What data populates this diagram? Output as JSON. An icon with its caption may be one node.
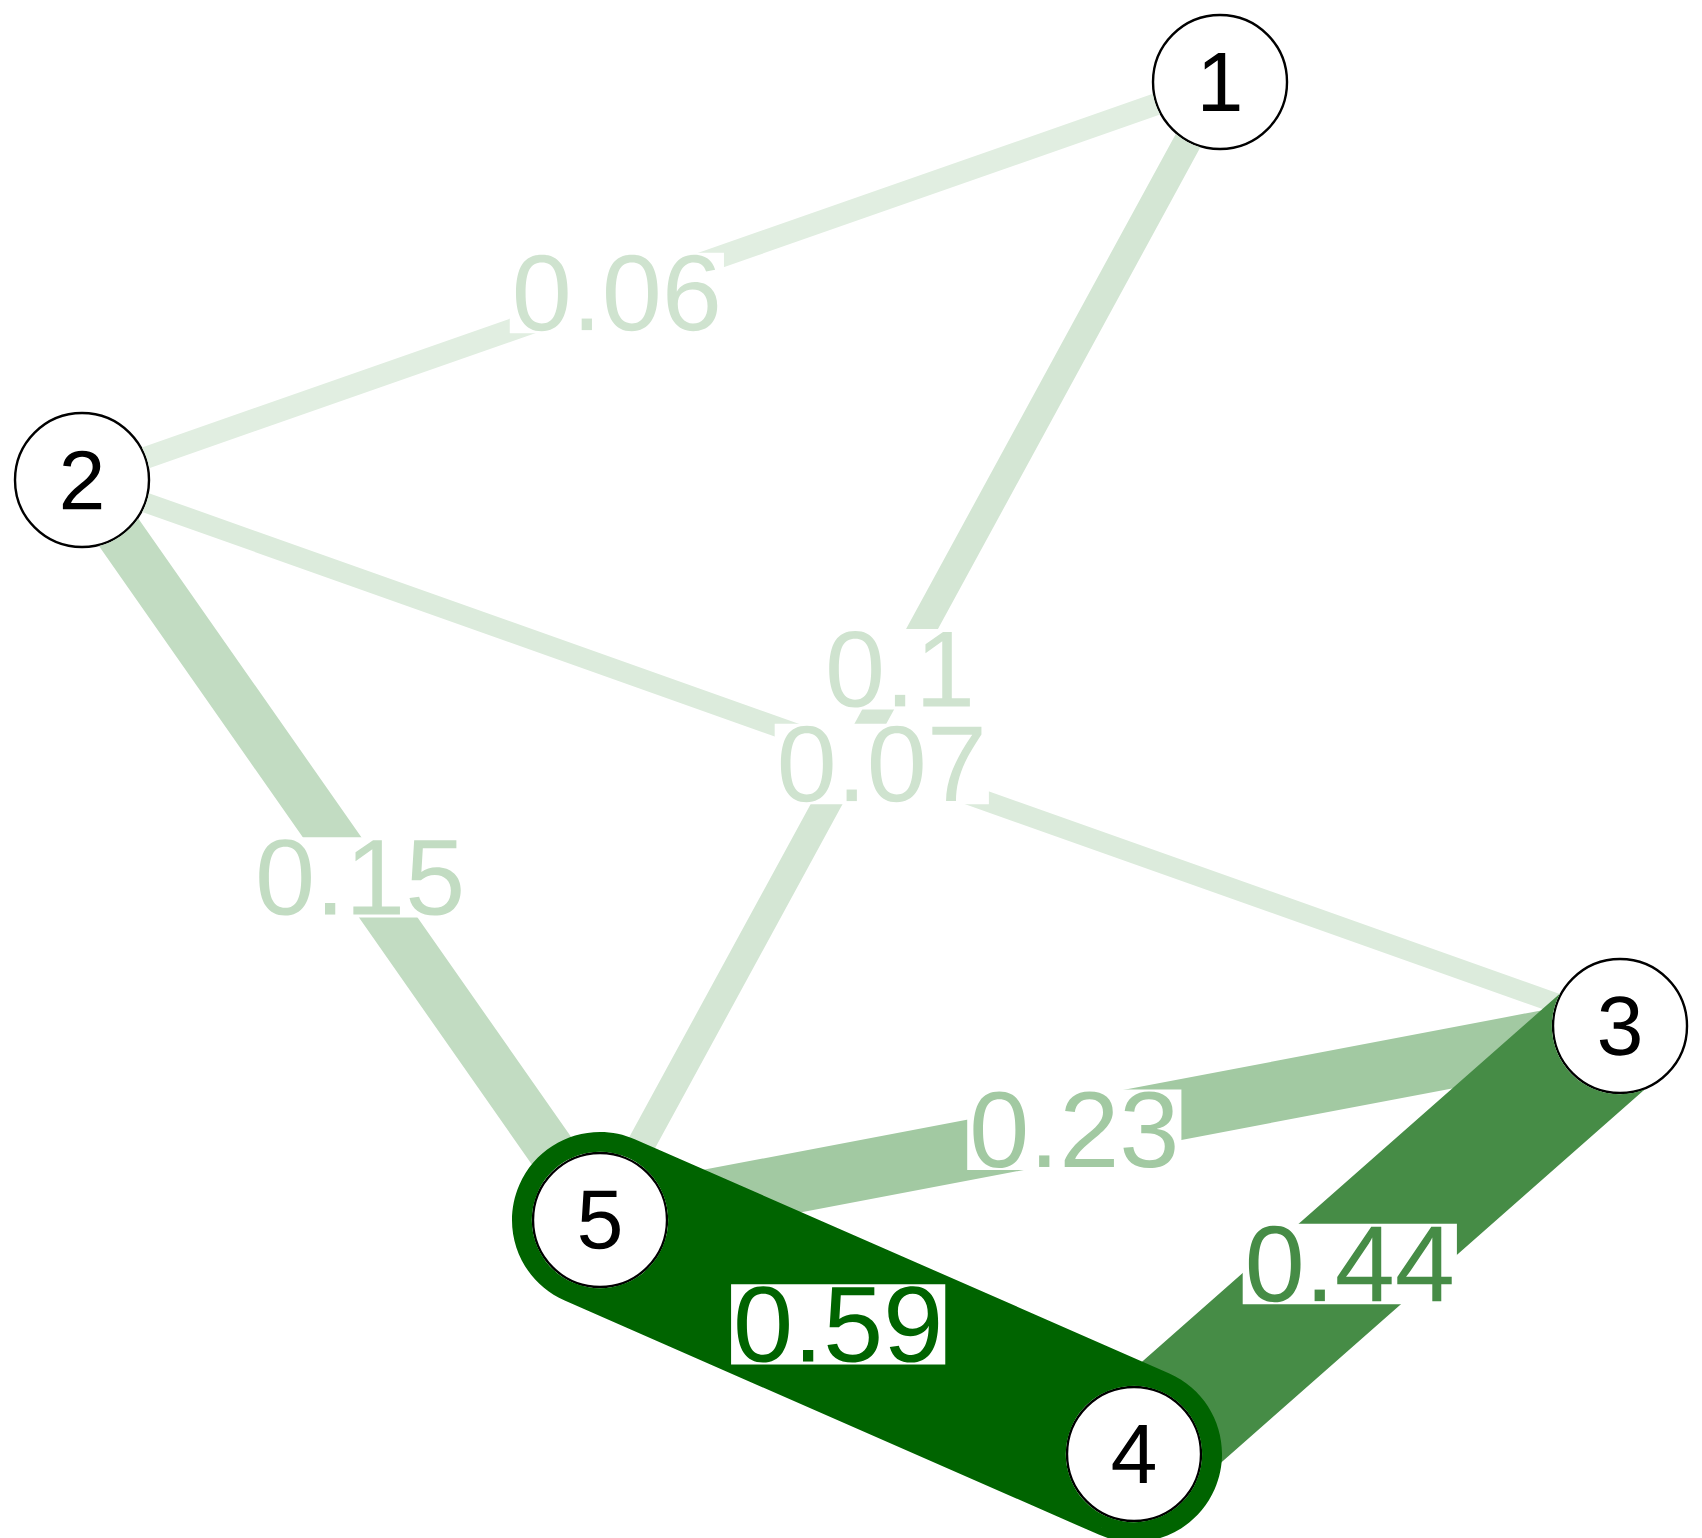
{
  "diagram": {
    "nodes": [
      {
        "text": [
          "1"
        ]
      },
      {
        "text": [
          "2"
        ]
      },
      {
        "text": [
          "3"
        ]
      },
      {
        "text": [
          "4"
        ]
      },
      {
        "text": [
          "5"
        ]
      }
    ],
    "edges": [
      {
        "from": 0,
        "to": 1,
        "arrow": "none",
        "label": "0.06",
        "color": "#e1eee1"
      },
      {
        "from": 0,
        "to": 4,
        "arrow": "none",
        "label": "0.1",
        "color": "#d4e6d4"
      },
      {
        "from": 1,
        "to": 2,
        "arrow": "none",
        "label": "0.07",
        "color": "#dcebdc"
      },
      {
        "from": 1,
        "to": 4,
        "arrow": "none",
        "label": "0.15",
        "color": "#c2dcc2"
      },
      {
        "from": 2,
        "to": 4,
        "arrow": "none",
        "label": "0.23",
        "color": "#a2c9a2"
      },
      {
        "from": 2,
        "to": 3,
        "arrow": "none",
        "label": "0.44",
        "color": "#468c46"
      },
      {
        "from": 3,
        "to": 4,
        "arrow": "none",
        "label": "0.59",
        "color": "#006400"
      }
    ]
  }
}
